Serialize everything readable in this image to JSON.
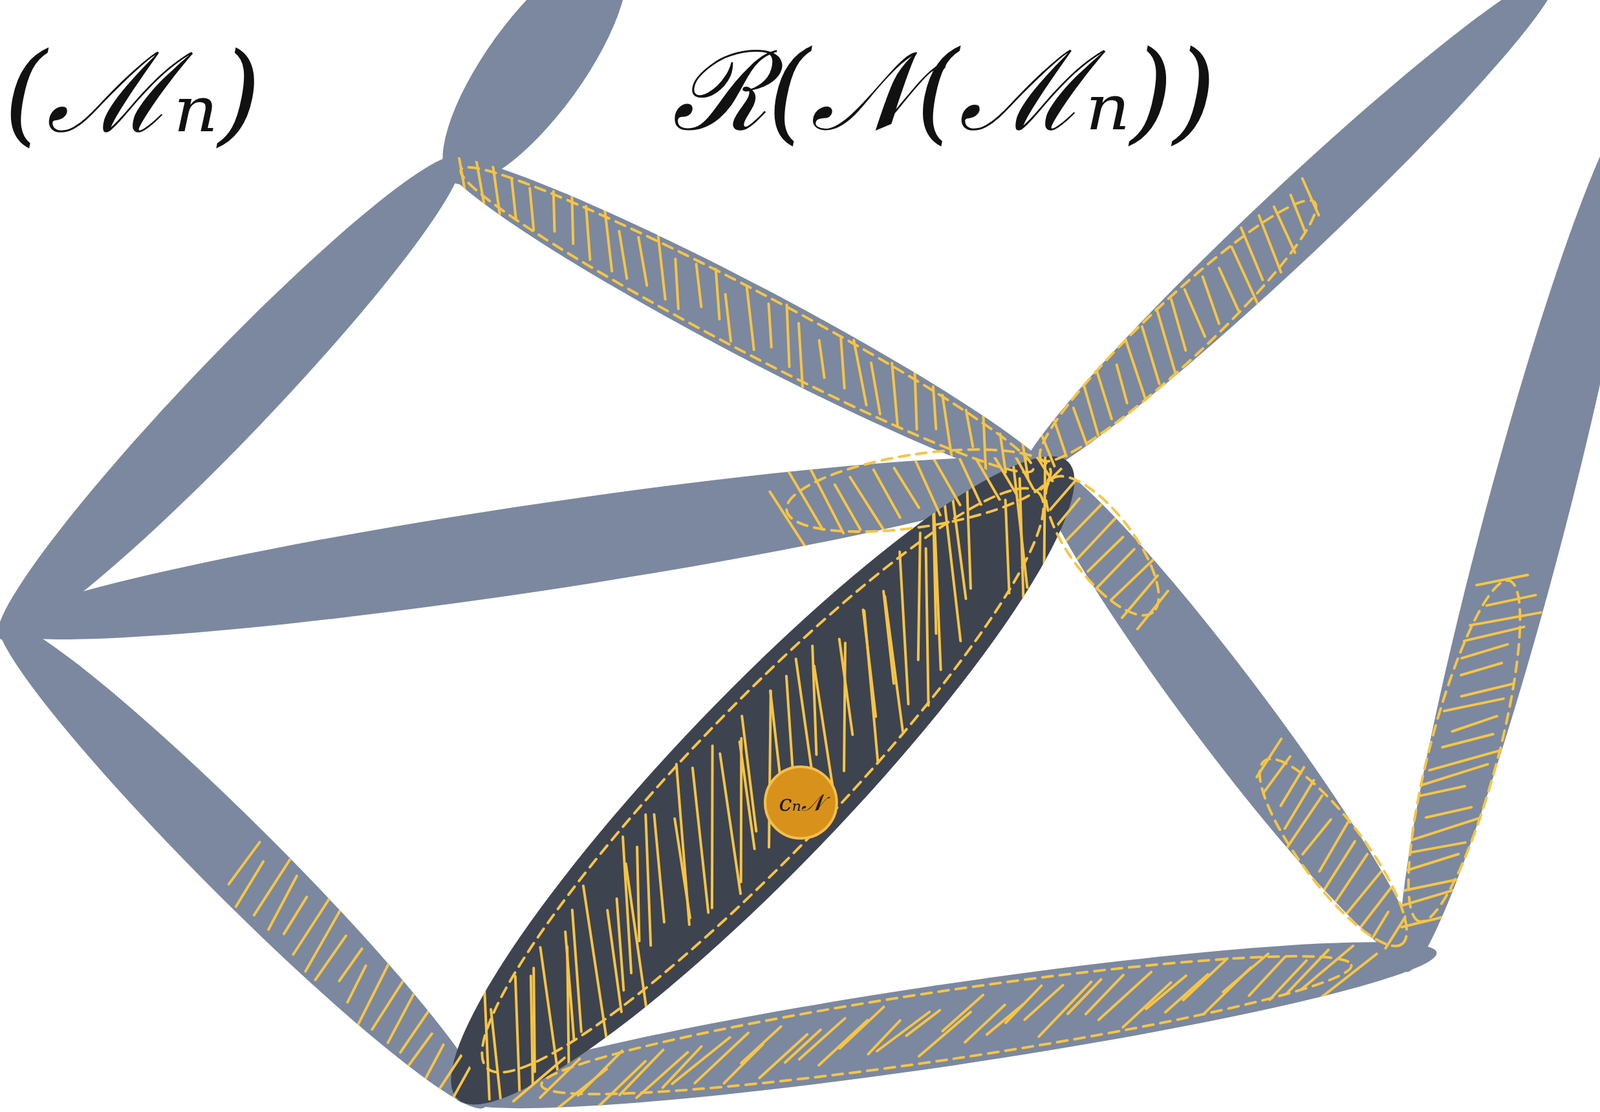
{
  "diagram": {
    "nodes": [
      {
        "text": [
          "cₙ𝒩"
        ]
      }
    ],
    "labels": [
      "(ℳₙ)",
      "ℛ(𝒩(ℳₙ))"
    ]
  }
}
